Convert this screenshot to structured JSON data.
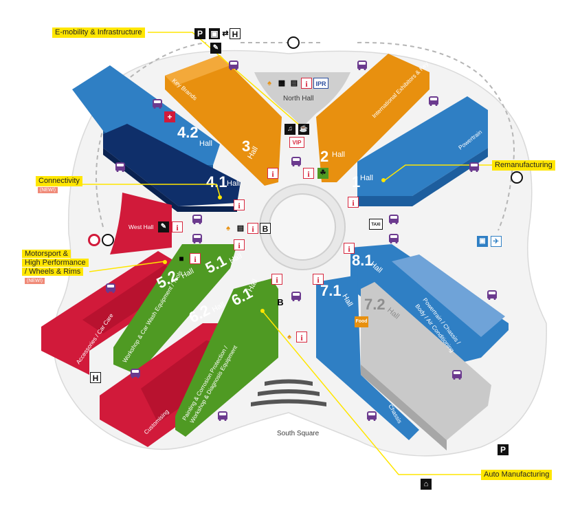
{
  "halls": {
    "h1": {
      "num": "1",
      "word": "Hall",
      "label": "Powertrain"
    },
    "h2": {
      "num": "2",
      "word": "Hall",
      "label": "International Exhibitors & Key Brands"
    },
    "h3": {
      "num": "3",
      "word": "Hall",
      "label": "Key Brands"
    },
    "h41": {
      "num": "4.1",
      "word": "Hall"
    },
    "h42": {
      "num": "4.2",
      "word": "Hall"
    },
    "h51": {
      "num": "5.1",
      "word": "Hall",
      "label": "Workshop & Car Wash Equipment / Tools"
    },
    "h52": {
      "num": "5.2",
      "word": "Hall",
      "label": "Accessories / Car Care"
    },
    "h61": {
      "num": "6.1",
      "word": "Hall",
      "label1": "Painting & Corrosion Protection /",
      "label2": "Workshop & Diagnosis Equipment"
    },
    "h62": {
      "num": "6.2",
      "word": "Hall",
      "label": "Customising"
    },
    "h71": {
      "num": "7.1",
      "word": "Hall",
      "label": "Chassis"
    },
    "h72": {
      "num": "7.2",
      "word": "Hall"
    },
    "h81": {
      "num": "8.1",
      "word": "Hall",
      "label1": "Powertrain / Chassis /",
      "label2": "Body / Air Conditioning"
    }
  },
  "areas": {
    "north_hall": "North Hall",
    "west_hall": "West Hall",
    "south_square": "South Square"
  },
  "callouts": {
    "emobility": "E-mobility & Infrastructure",
    "connectivity": "Connectivity",
    "connectivity_new": "(NEW!)",
    "remanufacturing": "Remanufacturing",
    "motorsport1": "Motorsport &",
    "motorsport2": "High Performance",
    "motorsport3": "/ Wheels & Rims",
    "motorsport_new": "(NEW!)",
    "auto_manufacturing": "Auto Manufacturing"
  },
  "icons": {
    "info": "i",
    "parking": "P",
    "hotel": "H",
    "ipr": "IPR",
    "vip": "VIP",
    "bank": "B",
    "taxi": "TAXI",
    "food": "Food"
  },
  "colors": {
    "blue": "#2f7fc4",
    "dark_blue": "#0f2f6a",
    "orange": "#e8900f",
    "red": "#d11a3a",
    "green": "#4f9a23",
    "grey": "#c9c9c9",
    "light_blue": "#6fa3d8",
    "callout_yellow": "#ffe600"
  }
}
